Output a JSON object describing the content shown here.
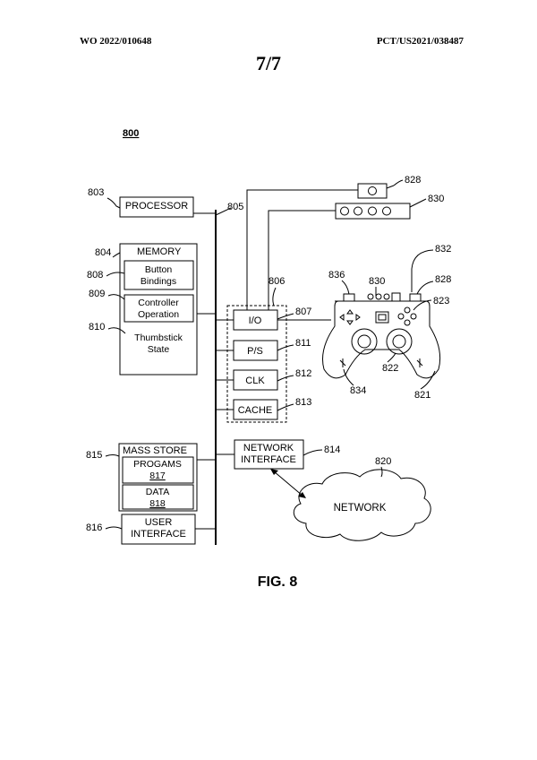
{
  "header": {
    "publication_number": "WO 2022/010648",
    "application_number": "PCT/US2021/038487",
    "sheet": "7/7"
  },
  "figure": {
    "ref": "800",
    "caption": "FIG. 8"
  },
  "blocks": {
    "processor": "PROCESSOR",
    "memory": "MEMORY",
    "button_bindings": [
      "Button",
      "Bindings"
    ],
    "controller_operation": [
      "Controller",
      "Operation"
    ],
    "thumbstick_state": [
      "Thumbstick",
      "State"
    ],
    "io": "I/O",
    "ps": "P/S",
    "clk": "CLK",
    "cache": "CACHE",
    "network_interface": [
      "NETWORK",
      "INTERFACE"
    ],
    "network": "NETWORK",
    "mass_store": "MASS STORE",
    "programs": "PROGAMS",
    "programs_ref": "817",
    "data": "DATA",
    "data_ref": "818",
    "user_interface": [
      "USER",
      "INTERFACE"
    ]
  },
  "refs": {
    "r803": "803",
    "r804": "804",
    "r805": "805",
    "r806": "806",
    "r807": "807",
    "r808": "808",
    "r809": "809",
    "r810": "810",
    "r811": "811",
    "r812": "812",
    "r813": "813",
    "r814": "814",
    "r815": "815",
    "r816": "816",
    "r820": "820",
    "r821": "821",
    "r822": "822",
    "r823": "823",
    "r828a": "828",
    "r828b": "828",
    "r830a": "830",
    "r830b": "830",
    "r832": "832",
    "r834": "834",
    "r836": "836"
  }
}
